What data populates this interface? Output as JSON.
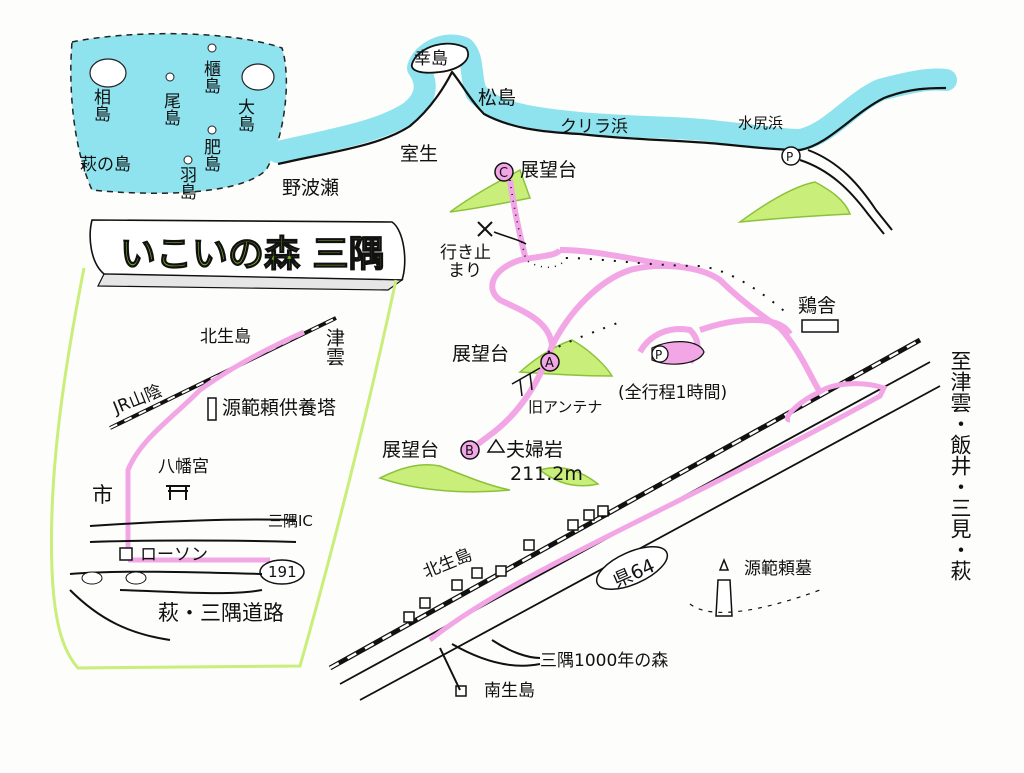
{
  "title": "いこいの森 三隅",
  "colors": {
    "sea": "#8fe3ee",
    "trail": "#f2a6e6",
    "hill": "#c9ee7a",
    "title_fill": "#7fb521",
    "ink": "#111111"
  },
  "islands": [
    "相島",
    "櫃島",
    "尾島",
    "大島",
    "肥島",
    "羽島",
    "萩の島"
  ],
  "coast": [
    "幸島",
    "松島",
    "クリラ浜",
    "水尻浜",
    "室生",
    "野波瀬"
  ],
  "viewpoints": [
    {
      "marker": "C",
      "label": "展望台"
    },
    {
      "marker": "A",
      "label": "展望台"
    },
    {
      "marker": "B",
      "label": "展望台"
    }
  ],
  "trail": {
    "dead_end": "行き止まり",
    "dead_end_line1": "行き止",
    "dead_end_line2": "まり",
    "antenna": "旧アンテナ",
    "rock": "夫婦岩",
    "elevation": "211.2m",
    "duration": "(全行程1時間)",
    "parking": "P",
    "chicken": "鶏舎"
  },
  "roads": {
    "direction": "至津雲・飯井・三見・萩",
    "route64": "県64",
    "north_station": "北生島",
    "south_station": "南生島",
    "forest1000": "三隅1000年の森",
    "grave": "源範頼墓"
  },
  "inset": {
    "station": "北生島",
    "tsuzumo": "津雲",
    "line": "JR山陰",
    "memorial": "源範頼供養塔",
    "shrine": "八幡宮",
    "city": "市",
    "misumi": "三隅IC",
    "lawson": "ローソン",
    "route": "191",
    "road": "萩・三隅道路"
  }
}
